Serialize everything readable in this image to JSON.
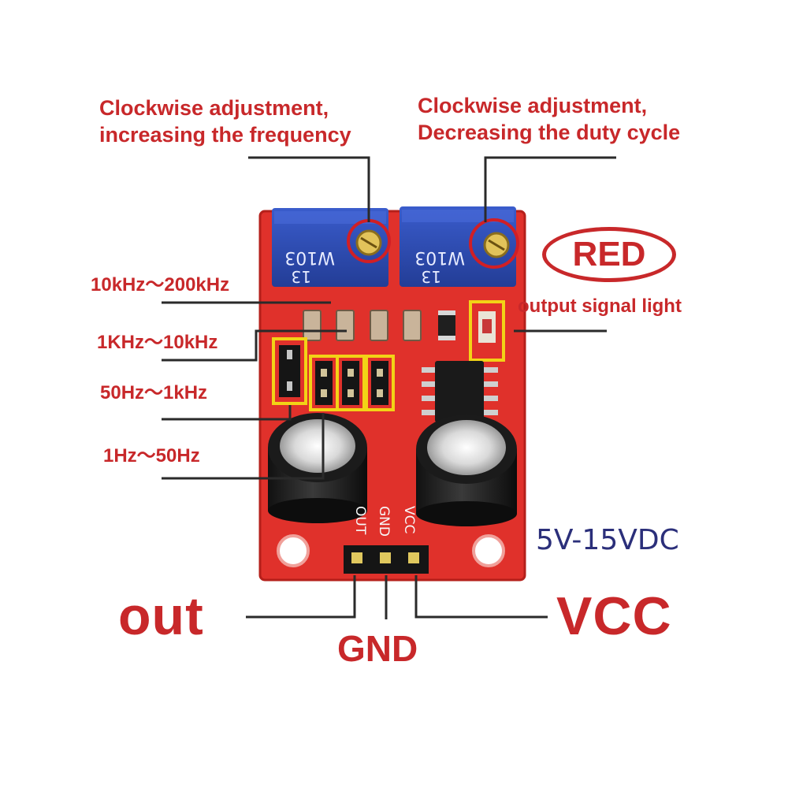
{
  "annotations": {
    "freq_knob": [
      "Clockwise adjustment,",
      "increasing the frequency"
    ],
    "duty_knob": [
      "Clockwise adjustment,",
      "Decreasing the duty cycle"
    ],
    "red_badge": "RED",
    "signal_light": "output signal light",
    "ranges": [
      "10kHz～200kHz",
      "1KHz～10kHz",
      "50Hz～1kHz",
      "1Hz～50Hz"
    ],
    "voltage": "5V-15VDC",
    "pin_out": "out",
    "pin_gnd": "GND",
    "pin_vcc": "VCC"
  },
  "board_markings": {
    "pot_code_1": "W103",
    "pot_code_2": "W103",
    "pot_num": "13",
    "header_pins": [
      "OUT",
      "GND",
      "VCC"
    ]
  },
  "colors": {
    "label_red": "#c8282a",
    "pcb_red": "#e0312b",
    "pot_blue": "#2f4db0",
    "jumper_highlight": "#f2d316",
    "voltage_text": "#2b2f7a"
  }
}
